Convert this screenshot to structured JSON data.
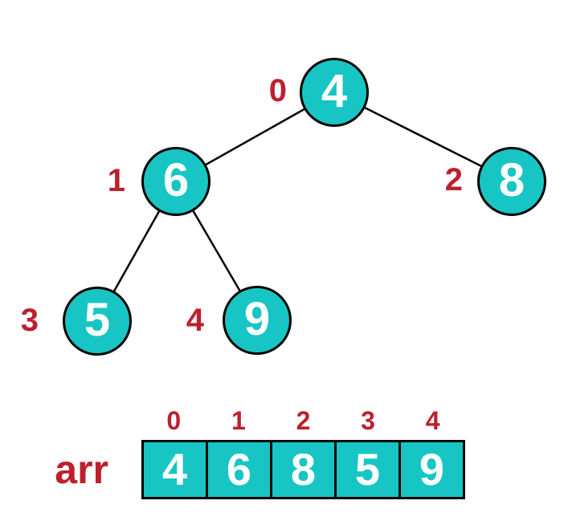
{
  "colors": {
    "node_fill": "#17c6c4",
    "index_red": "#be202e",
    "outline": "#000000",
    "value_white": "#ffffff"
  },
  "tree": {
    "nodes": [
      {
        "value": "4",
        "index": "0"
      },
      {
        "value": "6",
        "index": "1"
      },
      {
        "value": "8",
        "index": "2"
      },
      {
        "value": "5",
        "index": "3"
      },
      {
        "value": "9",
        "index": "4"
      }
    ],
    "edges": [
      {
        "from": "0",
        "to": "1"
      },
      {
        "from": "0",
        "to": "2"
      },
      {
        "from": "1",
        "to": "3"
      },
      {
        "from": "1",
        "to": "4"
      }
    ]
  },
  "array": {
    "label": "arr",
    "indices": [
      "0",
      "1",
      "2",
      "3",
      "4"
    ],
    "cells": [
      "4",
      "6",
      "8",
      "5",
      "9"
    ]
  }
}
